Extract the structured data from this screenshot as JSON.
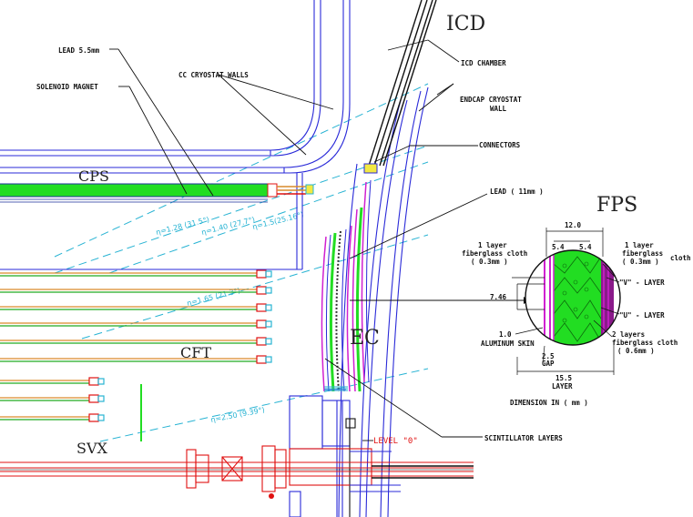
{
  "labels": {
    "icd": "ICD",
    "icd_chamber": "ICD CHAMBER",
    "endcap_cryostat_1": "ENDCAP CRYOSTAT",
    "endcap_cryostat_2": "WALL",
    "lead_thin": "LEAD 5.5mm",
    "cc_cryostat": "CC CRYOSTAT WALLS",
    "solenoid": "SOLENOID MAGNET",
    "connectors": "CONNECTORS",
    "cps": "CPS",
    "lead_thick": "LEAD ( 11mm )",
    "fps": "FPS",
    "cft": "CFT",
    "ec": "EC",
    "svx": "SVX",
    "level0": "LEVEL \"0\"",
    "scintillator": "SCINTILLATOR LAYERS",
    "dimension_note": "DIMENSION IN ( mm )"
  },
  "eta_lines": [
    "η=1.28 (31.5°)",
    "η=1.40 (27.7°)",
    "η=1.5(25.16°)",
    "η=1.65 (21.3°)",
    "η=2.50 (9.39°)"
  ],
  "fps_detail": {
    "width_top": "12.0",
    "d_left": "5.4",
    "d_right": "5.4",
    "left_layer_1": "1 layer",
    "left_layer_2": "fiberglass cloth",
    "left_layer_3": "( 0.3mm )",
    "right_layer_1": "1 layer",
    "right_layer_2": "fiberglass",
    "right_layer_3": "( 0.3mm )",
    "right_layer_cloth": "cloth",
    "v_layer": "\"V\" - LAYER",
    "u_layer": "\"U\" - LAYER",
    "dim_746": "7.46",
    "al_skin_1": "1.0",
    "al_skin_2": "ALUMINUM SKIN",
    "gap_1": "2.5",
    "gap_2": "GAP",
    "bottom_1": "2 layers",
    "bottom_2": "fiberglass cloth",
    "bottom_3": "( 0.6mm )",
    "layer_w_1": "15.5",
    "layer_w_2": "LAYER"
  },
  "colors": {
    "blue": "#2a2ad8",
    "cyan": "#27b3d3",
    "green": "#22dd22",
    "magenta": "#d020d0",
    "red": "#e01010",
    "orange": "#d98a2a"
  }
}
